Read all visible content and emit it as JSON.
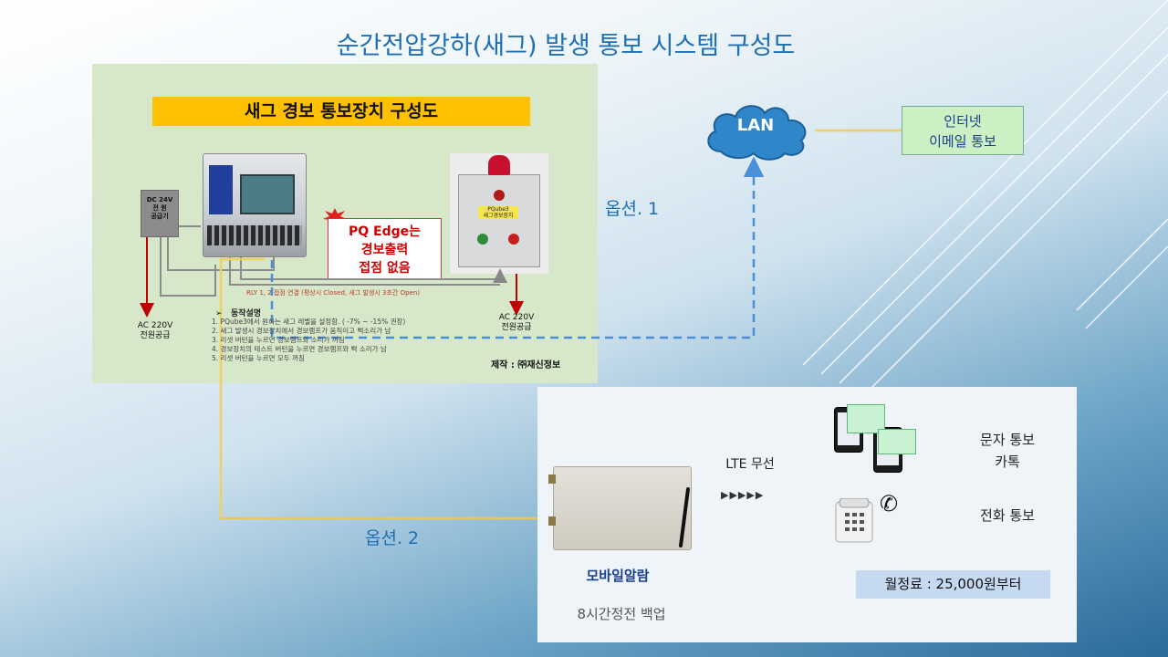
{
  "title": "순간전압강하(새그) 발생 통보 시스템 구성도",
  "panel": {
    "title": "새그 경보 통보장치 구성도",
    "dc_supply": [
      "DC 24V",
      "전 원",
      "공급기"
    ],
    "pq_note": [
      "PQ Edge는",
      "경보출력",
      "접점 없음"
    ],
    "alarm_label": [
      "PQube3",
      "새그경보장치"
    ],
    "rly_text": "RLY 1, 2 접점 연결 (평상시 Closed, 새그 발생시 3초간 Open)",
    "ac_left": [
      "AC 220V",
      "전원공급"
    ],
    "ac_right": [
      "AC 220V",
      "전원공급"
    ],
    "operation_heading": "동작설명",
    "operation_items": [
      "1.  PQube3에서 원하는 새그 레벨을 설정함. ( -7% ~ -15% 권장)",
      "2.  새그 발생시 경보장치에서 경보램프가 움직이고 삑소리가 남",
      "3.  리셋 버턴을 누르면 경보램프와 소리가 꺼짐",
      "4.  경보장치의 테스트 버턴을 누르면 경보램프와 삑 소리가 남",
      "5.  리셋 버턴을 누르면 모두 꺼짐"
    ],
    "maker": "제작 : ㈜재신정보"
  },
  "option1": "옵션. 1",
  "option2": "옵션. 2",
  "lan": "LAN",
  "email": [
    "인터넷",
    "이메일 통보"
  ],
  "lte": "LTE 무선",
  "lte_arrows": "▶▶▶▶▶",
  "mobile_alarm": "모바일알람",
  "backup": "8시간정전 백업",
  "sms": [
    "문자 통보",
    "카톡"
  ],
  "phone_notice": "전화 통보",
  "fee": "월정료 : 25,000원부터",
  "colors": {
    "title_blue": "#1f6fb4",
    "panel_green": "#d6e8c9",
    "panel_title_yellow": "#ffc000",
    "alert_red": "#d00000",
    "dashed_blue": "#4a8fd8",
    "option2_line": "#f0d060"
  }
}
